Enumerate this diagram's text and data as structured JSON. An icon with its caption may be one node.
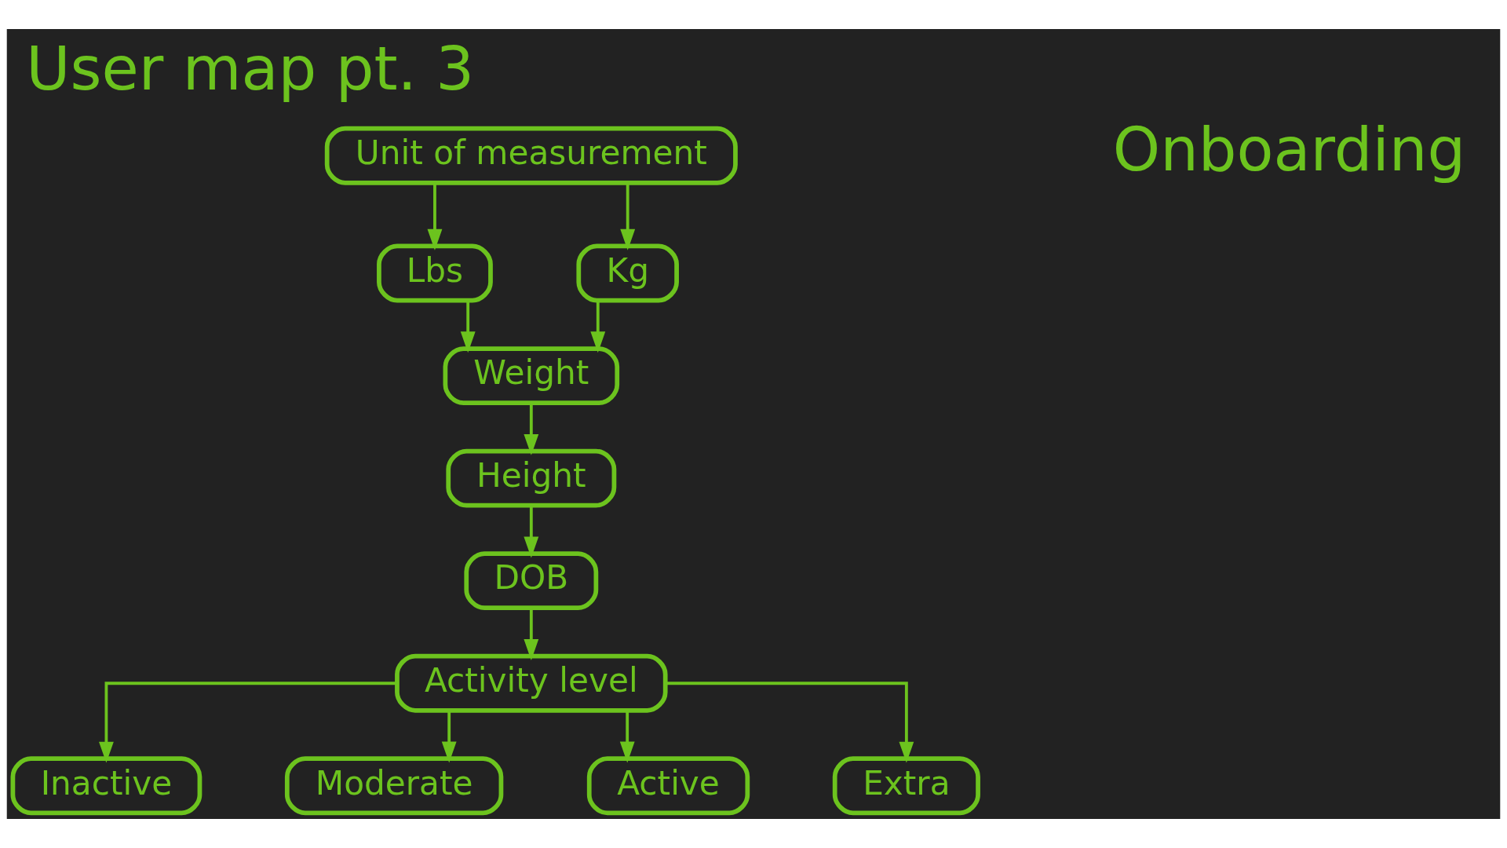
{
  "diagram": {
    "title": "User map pt. 3",
    "nodes": [
      {
        "text": [
          "Unit of measurement"
        ]
      },
      {
        "text": [
          "Lbs"
        ]
      },
      {
        "text": [
          "Kg"
        ]
      },
      {
        "text": [
          "Weight"
        ]
      },
      {
        "text": [
          "Height"
        ]
      },
      {
        "text": [
          "DOB"
        ]
      },
      {
        "text": [
          "Activity level"
        ]
      },
      {
        "text": [
          "Inactive"
        ]
      },
      {
        "text": [
          "Moderate"
        ]
      },
      {
        "text": [
          "Active"
        ]
      },
      {
        "text": [
          "Extra"
        ]
      }
    ],
    "edges": [
      {
        "from": 0,
        "to": 1,
        "arrow": "to"
      },
      {
        "from": 0,
        "to": 2,
        "arrow": "to"
      },
      {
        "from": 1,
        "to": 3,
        "arrow": "to"
      },
      {
        "from": 2,
        "to": 3,
        "arrow": "to"
      },
      {
        "from": 3,
        "to": 4,
        "arrow": "to"
      },
      {
        "from": 4,
        "to": 5,
        "arrow": "to"
      },
      {
        "from": 5,
        "to": 6,
        "arrow": "to"
      },
      {
        "from": 6,
        "to": 7,
        "arrow": "to"
      },
      {
        "from": 6,
        "to": 8,
        "arrow": "to"
      },
      {
        "from": 6,
        "to": 9,
        "arrow": "to"
      },
      {
        "from": 6,
        "to": 10,
        "arrow": "to"
      }
    ],
    "labels": [
      "Onboarding"
    ]
  }
}
